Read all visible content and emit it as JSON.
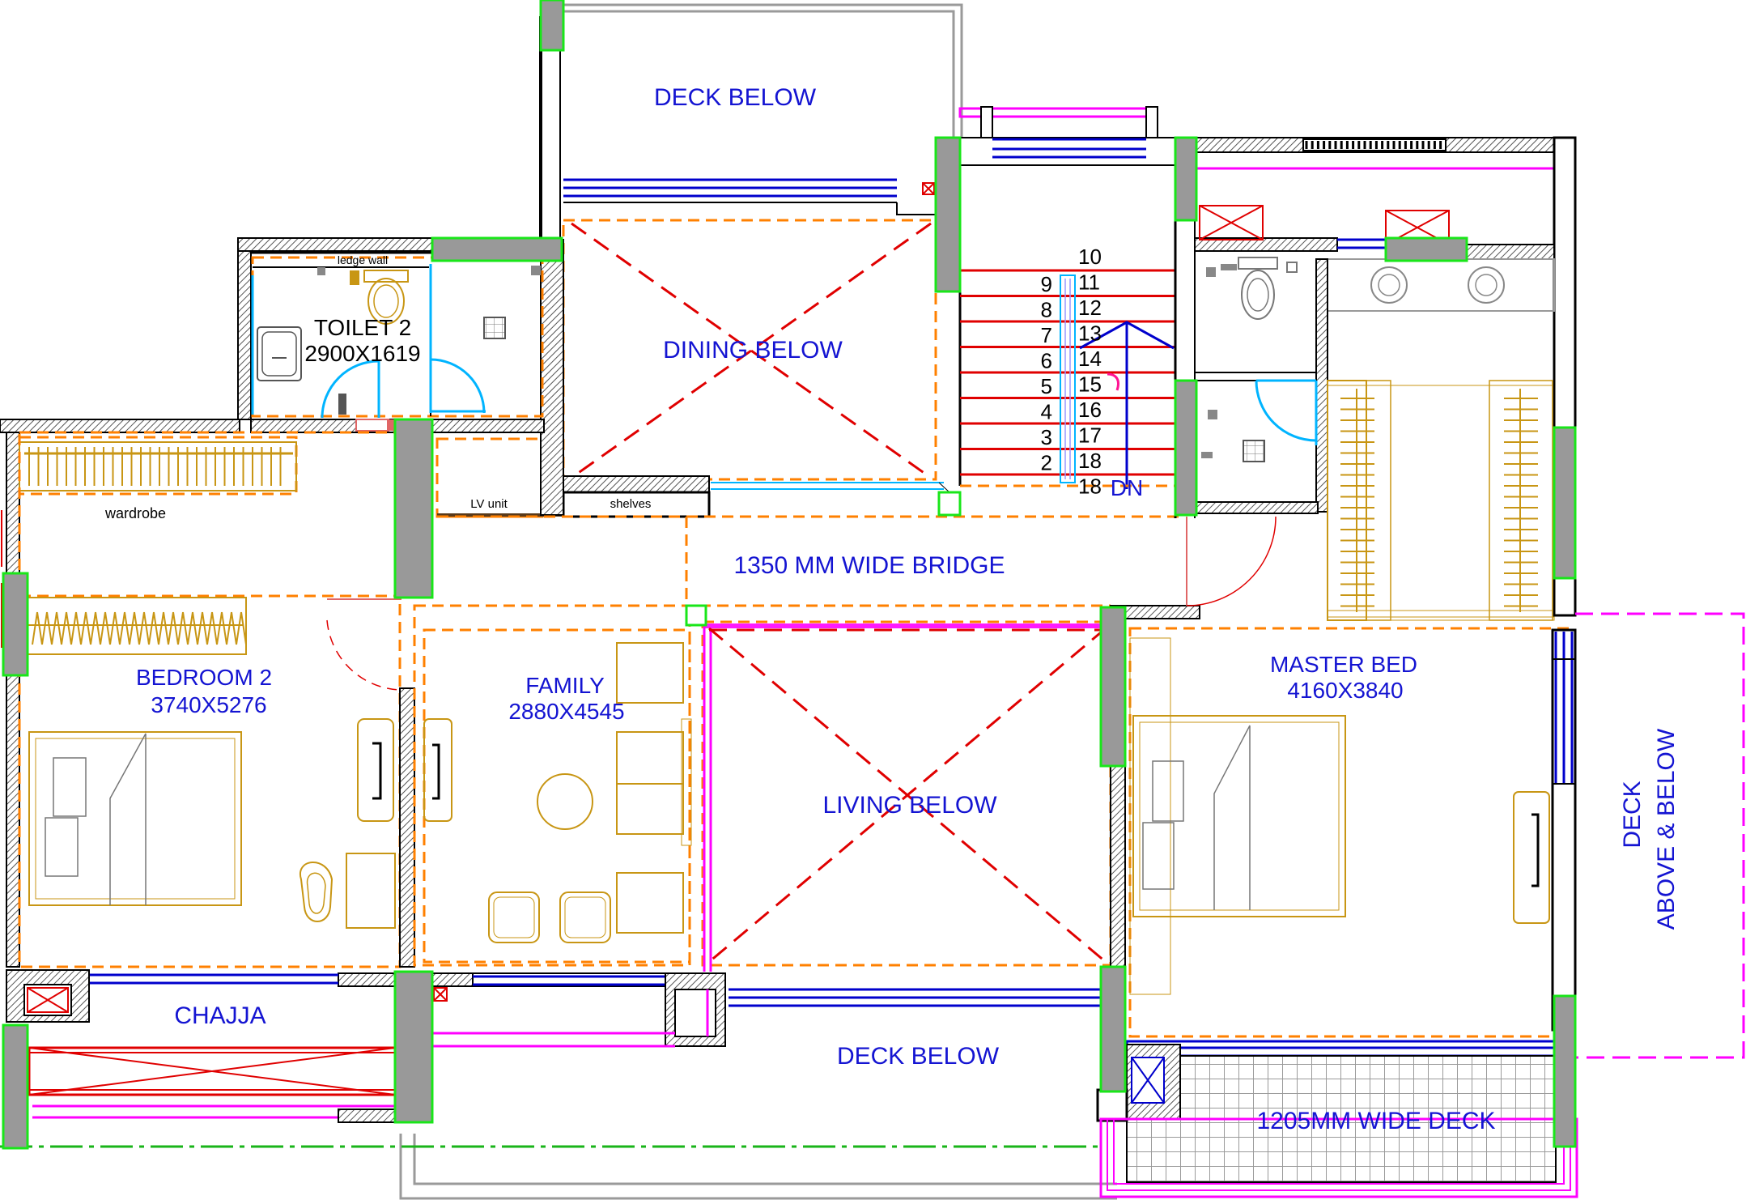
{
  "labels": {
    "deck_below_top": "DECK BELOW",
    "dining_below": "DINING BELOW",
    "toilet2_name": "TOILET 2",
    "toilet2_size": "2900X1619",
    "ledge_wall": "ledge wall",
    "wardrobe": "wardrobe",
    "lv_unit": "LV unit",
    "shelves": "shelves",
    "bridge": "1350 MM WIDE BRIDGE",
    "bedroom2_name": "BEDROOM 2",
    "bedroom2_size": "3740X5276",
    "family_name": "FAMILY",
    "family_size": "2880X4545",
    "living_below": "LIVING BELOW",
    "master_name": "MASTER BED",
    "master_size": "4160X3840",
    "deck_side_1": "DECK",
    "deck_side_2": "ABOVE & BELOW",
    "chajja": "CHAJJA",
    "deck_below_bottom": "DECK BELOW",
    "wide_deck": "1205MM WIDE DECK",
    "stair_dn": "DN"
  },
  "stair_left_numbers": [
    "9",
    "8",
    "7",
    "6",
    "5",
    "4",
    "3",
    "2"
  ],
  "stair_right_numbers": [
    "10",
    "11",
    "12",
    "13",
    "14",
    "15",
    "16",
    "17",
    "18",
    "18"
  ],
  "colors": {
    "wall": "#000000",
    "wall_hatch": "#8c8c8c",
    "column": "#999999",
    "column_edge": "#19e619",
    "label_blue": "#1414d2",
    "dash_orange": "#ff8000",
    "red": "#e00000",
    "window_blue": "#0000cc",
    "magenta": "#ff00ff",
    "furniture": "#c89614",
    "cyan": "#00b4ff",
    "green_line": "#19b419"
  }
}
